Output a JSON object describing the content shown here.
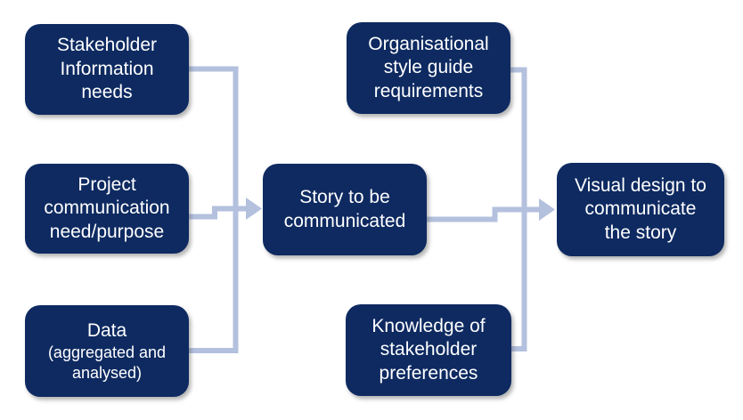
{
  "diagram": {
    "type": "flowchart",
    "colors": {
      "background": "#ffffff",
      "node_fill": "#0e2a61",
      "node_text": "#ffffff",
      "connector": "#b3c0de"
    },
    "nodes": {
      "stakeholder": {
        "label": "Stakeholder\nInformation\nneeds"
      },
      "project": {
        "label": "Project\ncommunication\nneed/purpose"
      },
      "data": {
        "label": "Data",
        "sublabel": "(aggregated and\nanalysed)"
      },
      "story": {
        "label": "Story to be\ncommunicated"
      },
      "style_guide": {
        "label": "Organisational\nstyle guide\nrequirements"
      },
      "knowledge": {
        "label": "Knowledge of\nstakeholder\npreferences"
      },
      "visual_design": {
        "label": "Visual design to\ncommunicate\nthe story"
      }
    },
    "edges": [
      {
        "from": "stakeholder",
        "to": "story"
      },
      {
        "from": "project",
        "to": "story"
      },
      {
        "from": "data",
        "to": "story"
      },
      {
        "from": "story",
        "to": "visual_design"
      },
      {
        "from": "style_guide",
        "to": "visual_design"
      },
      {
        "from": "knowledge",
        "to": "visual_design"
      }
    ]
  }
}
